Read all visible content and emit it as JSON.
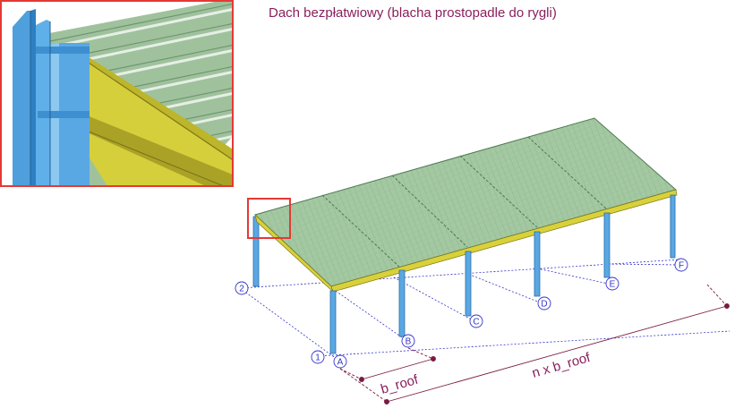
{
  "title": "Dach bezpłatwiowy (blacha prostopadle do rygli)",
  "colors": {
    "title": "#8a1e5c",
    "roof_sheet": "#9fc59e",
    "roof_lines": "#6f9f70",
    "beam_yellow": "#d9d13a",
    "column_blue": "#58a8e6",
    "grid_blue": "#3333cc",
    "dimension": "#7a1a40",
    "highlight_frame": "#e53935"
  },
  "grid": {
    "axes_letters": [
      "A",
      "B",
      "C",
      "D",
      "E",
      "F"
    ],
    "axes_numbers": [
      "1",
      "2"
    ]
  },
  "dimensions": {
    "bay": "b_roof",
    "total": "n x b_roof"
  }
}
